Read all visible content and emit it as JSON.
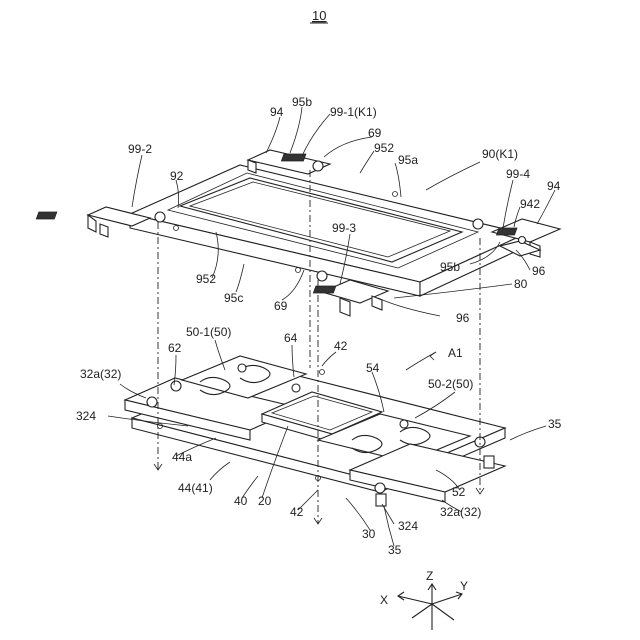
{
  "figure_number": "10",
  "labels": {
    "l94a": "94",
    "l95b_top": "95b",
    "l99_1": "99-1(K1)",
    "l69_top": "69",
    "l952_top": "952",
    "l95a": "95a",
    "l90": "90(K1)",
    "l99_2": "99-2",
    "l92": "92",
    "l99_4": "99-4",
    "l94b": "94",
    "l942": "942",
    "l99_3": "99-3",
    "l95b_right": "95b",
    "l96_right": "96",
    "l952_left": "952",
    "l95c": "95c",
    "l69_bottom": "69",
    "l80": "80",
    "l96_bottom": "96",
    "l50_1": "50-1(50)",
    "l64": "64",
    "l42_top": "42",
    "lA1": "A1",
    "l62": "62",
    "l54": "54",
    "l32a_left": "32a(32)",
    "l50_2": "50-2(50)",
    "l324_left": "324",
    "l35_right": "35",
    "l44a": "44a",
    "l44_41": "44(41)",
    "l40": "40",
    "l20": "20",
    "l42_bottom": "42",
    "l52": "52",
    "l32a_right": "32a(32)",
    "l30": "30",
    "l324_bottom": "324",
    "l35_bottom": "35"
  },
  "axes": {
    "z": "Z",
    "x": "X",
    "y": "Y"
  }
}
